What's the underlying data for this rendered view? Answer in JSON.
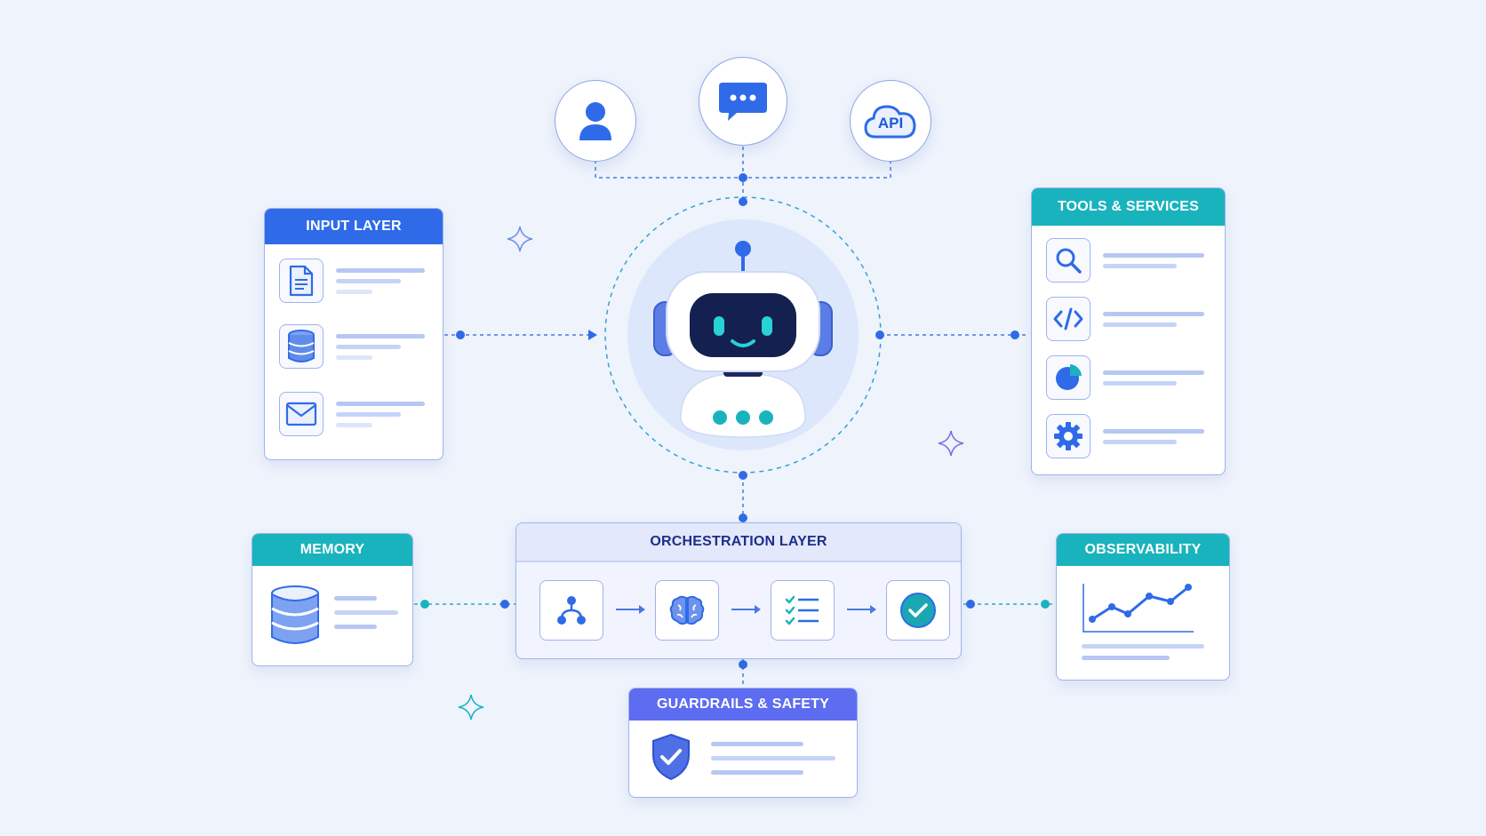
{
  "input_layer": {
    "title": "INPUT LAYER",
    "icons": [
      "document-icon",
      "database-icon",
      "mail-icon"
    ]
  },
  "tools_services": {
    "title": "TOOLS & SERVICES",
    "icons": [
      "search-icon",
      "code-icon",
      "pie-chart-icon",
      "gear-icon"
    ]
  },
  "memory": {
    "title": "MEMORY",
    "icon": "database-icon"
  },
  "orchestration": {
    "title": "ORCHESTRATION LAYER",
    "steps": [
      "hierarchy-icon",
      "brain-icon",
      "checklist-icon",
      "check-circle-icon"
    ]
  },
  "observability": {
    "title": "OBSERVABILITY",
    "icon": "line-chart-icon"
  },
  "guardrails": {
    "title": "GUARDRAILS & SAFETY",
    "icon": "shield-check-icon"
  },
  "top_nodes": {
    "user_icon": "user-icon",
    "chat_icon": "chat-icon",
    "api_label": "API"
  },
  "center": {
    "icon": "robot-icon"
  },
  "colors": {
    "blue": "#2f6be8",
    "teal": "#19b3bd",
    "purple": "#5d6cf0",
    "navy": "#1d2f8a"
  }
}
